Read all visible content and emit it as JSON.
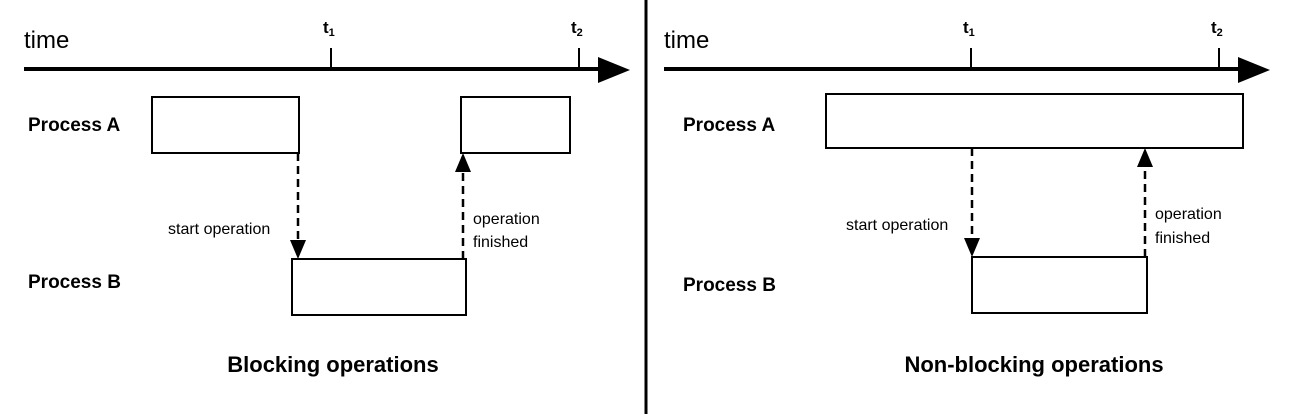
{
  "panels": [
    {
      "time_label": "time",
      "t1_label": "t",
      "t1_sub": "1",
      "t2_label": "t",
      "t2_sub": "2",
      "process_a_label": "Process A",
      "process_b_label": "Process B",
      "start_label": "start operation",
      "finished_line1": "operation",
      "finished_line2": "finished",
      "caption": "Blocking operations"
    },
    {
      "time_label": "time",
      "t1_label": "t",
      "t1_sub": "1",
      "t2_label": "t",
      "t2_sub": "2",
      "process_a_label": "Process A",
      "process_b_label": "Process B",
      "start_label": "start operation",
      "finished_line1": "operation",
      "finished_line2": "finished",
      "caption": "Non-blocking operations"
    }
  ]
}
